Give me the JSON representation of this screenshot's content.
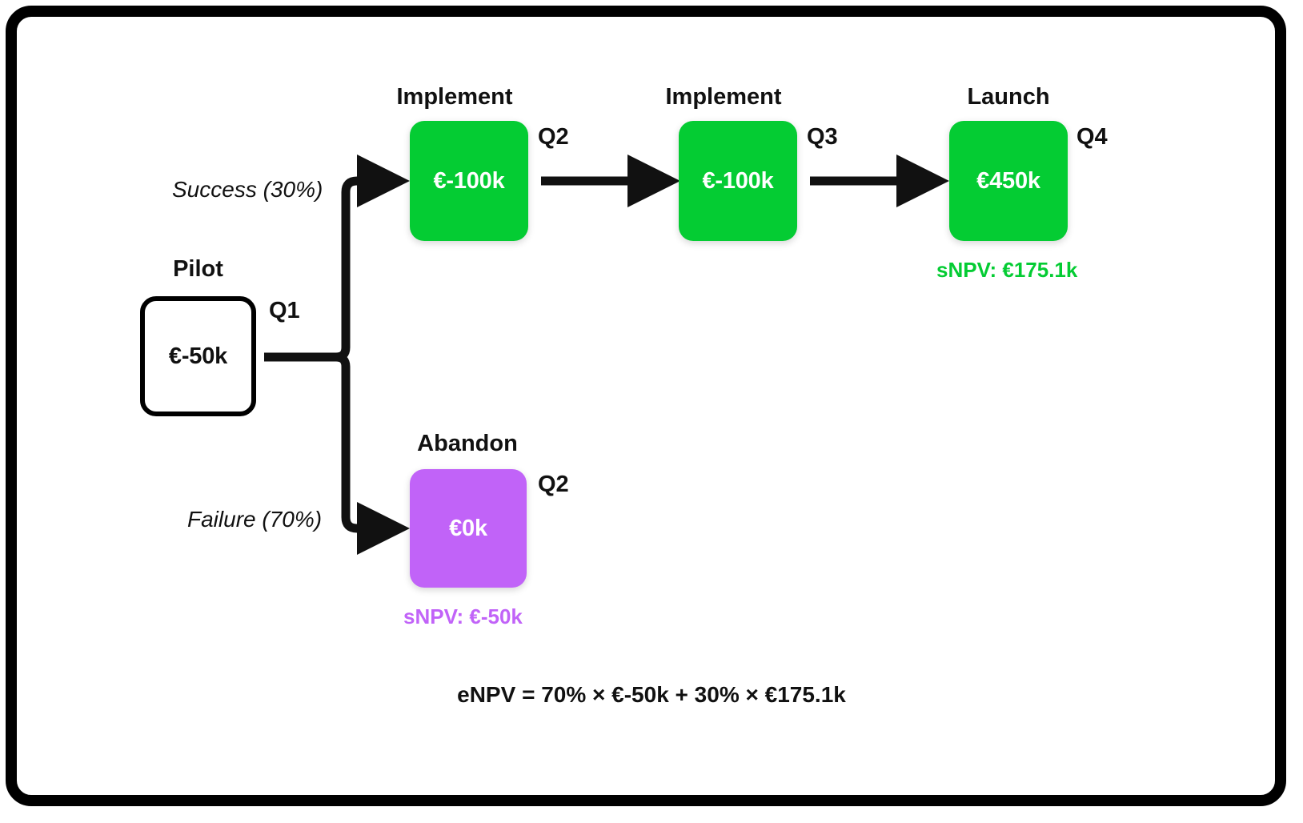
{
  "diagram": {
    "type": "decision-tree",
    "nodes": [
      {
        "id": "pilot",
        "title": "Pilot",
        "value": "€-50k",
        "period": "Q1",
        "style": "plain"
      },
      {
        "id": "implement-1",
        "title": "Implement",
        "value": "€-100k",
        "period": "Q2",
        "style": "green"
      },
      {
        "id": "implement-2",
        "title": "Implement",
        "value": "€-100k",
        "period": "Q3",
        "style": "green"
      },
      {
        "id": "launch",
        "title": "Launch",
        "value": "€450k",
        "period": "Q4",
        "style": "green",
        "snpv": "sNPV: €175.1k"
      },
      {
        "id": "abandon",
        "title": "Abandon",
        "value": "€0k",
        "period": "Q2",
        "style": "purple",
        "snpv": "sNPV: €-50k"
      }
    ],
    "branches": [
      {
        "id": "success",
        "label": "Success (30%)",
        "probability": "30%"
      },
      {
        "id": "failure",
        "label": "Failure (70%)",
        "probability": "70%"
      }
    ],
    "formula": "eNPV = 70% × €-50k + 30% × €175.1k",
    "colors": {
      "green": "#04cc33",
      "purple": "#c163f8",
      "ink": "#111111",
      "frame": "#000000",
      "background": "#ffffff"
    }
  }
}
